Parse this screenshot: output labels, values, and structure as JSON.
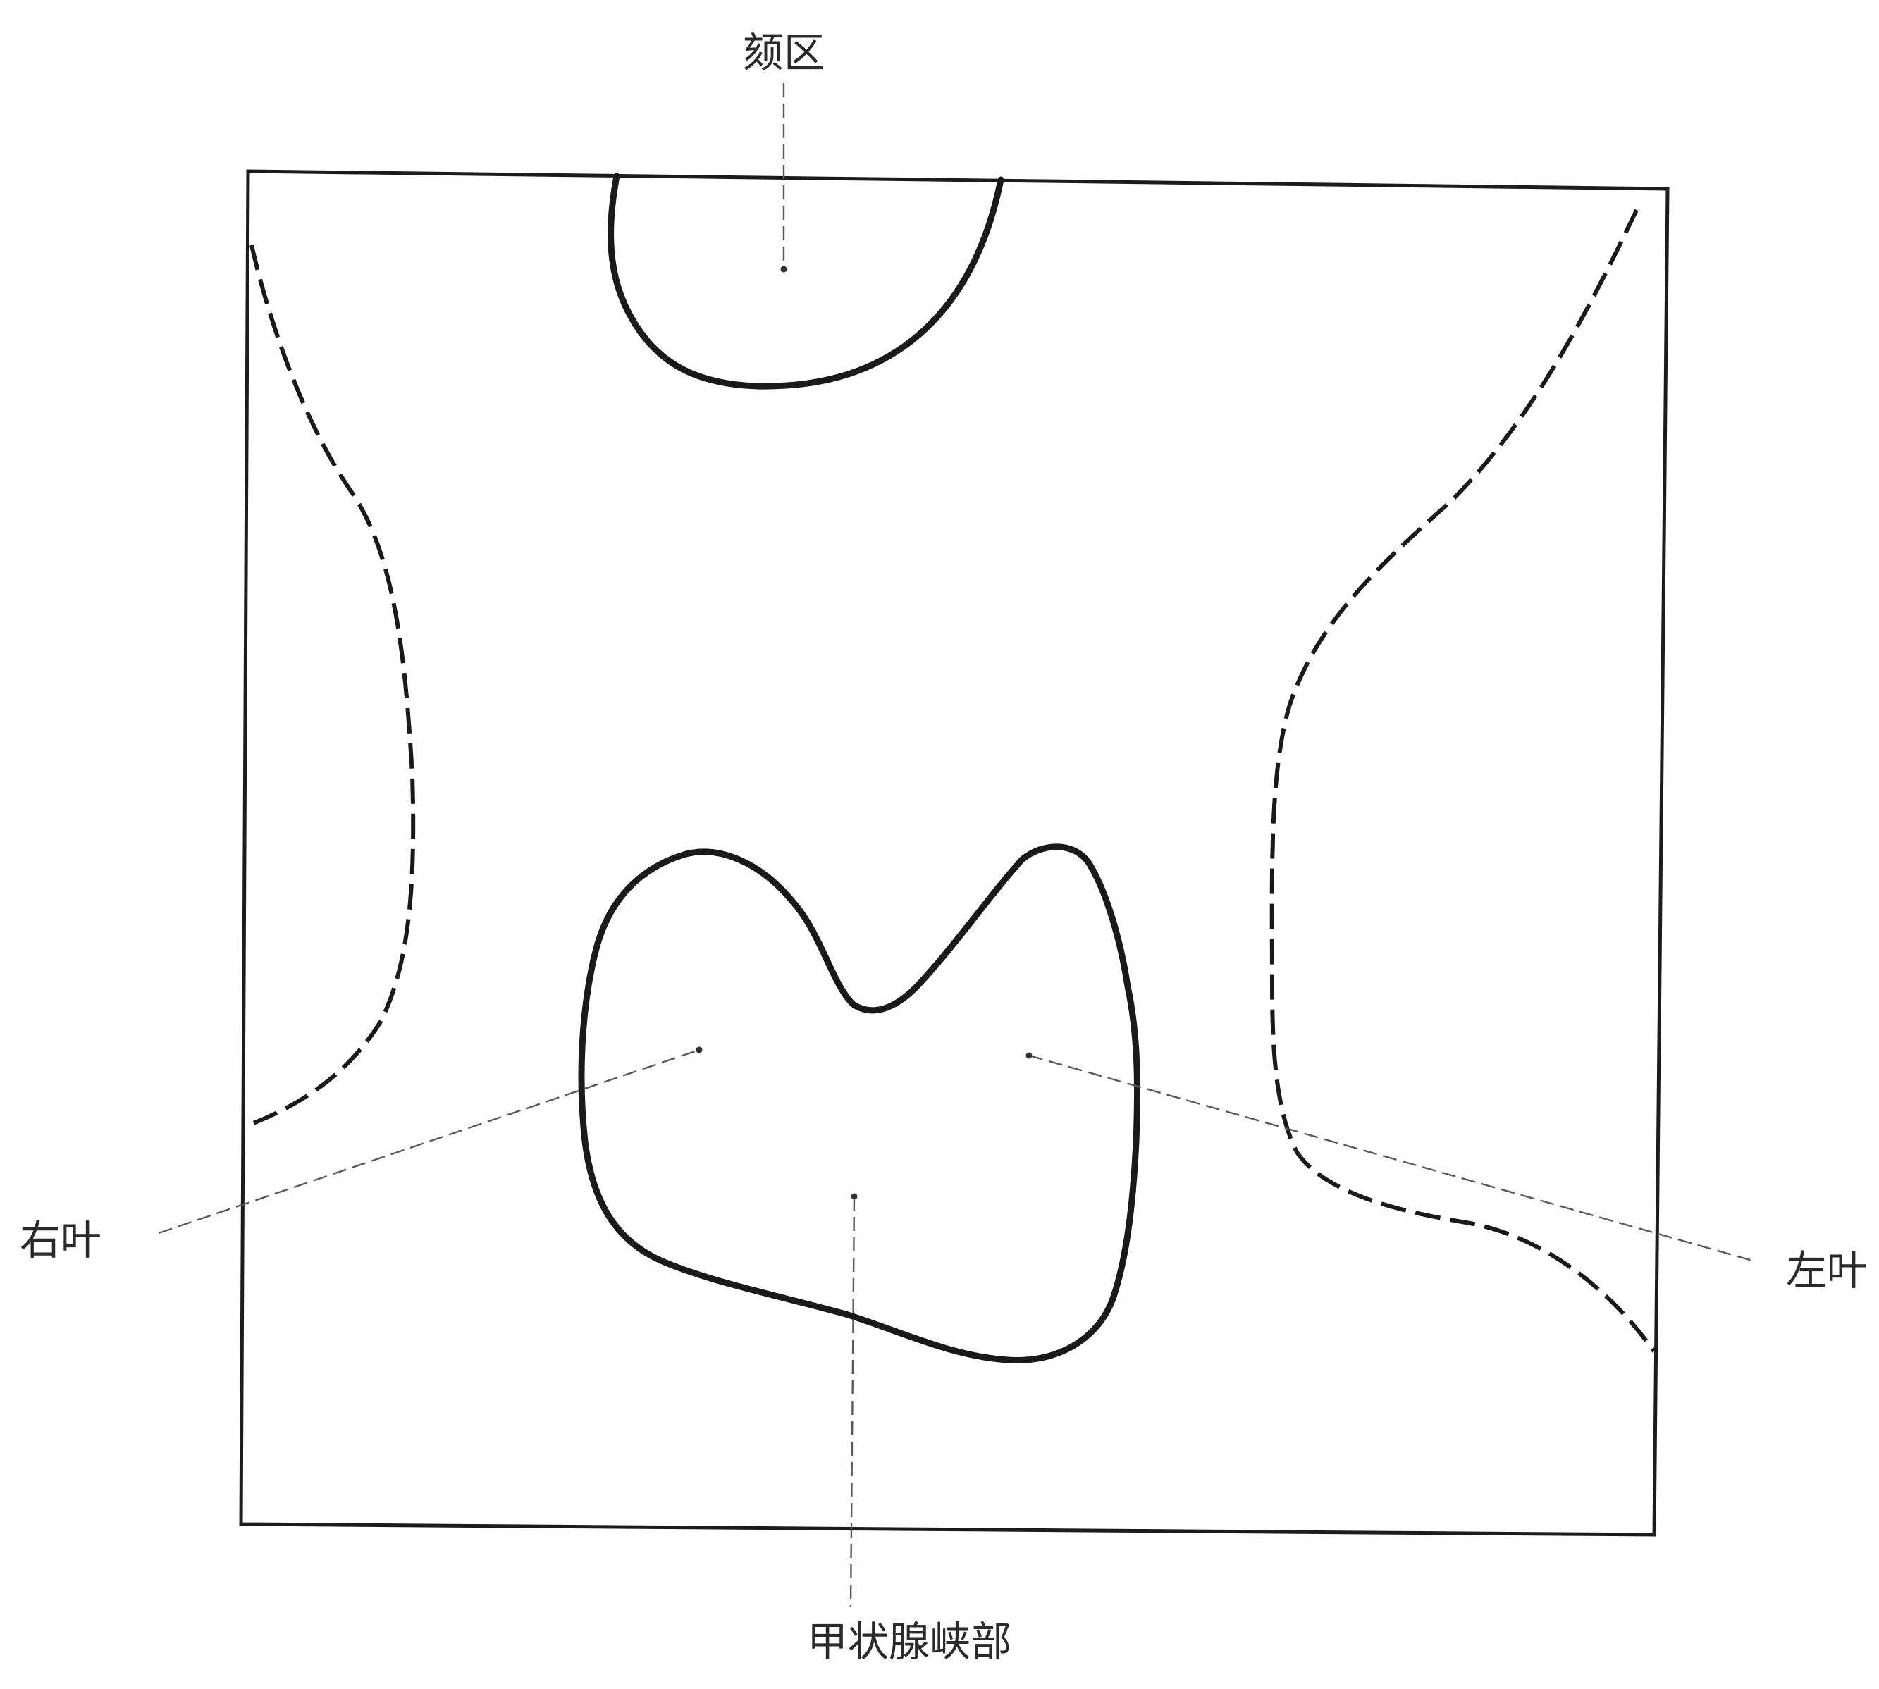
{
  "labels": {
    "top": "颏区",
    "right_lobe": "右叶",
    "left_lobe": "左叶",
    "isthmus": "甲状腺峡部"
  },
  "colors": {
    "line": "#1a1a1a",
    "leader": "#5a5a5a",
    "label": "#2a2a2a",
    "background": "#ffffff"
  }
}
